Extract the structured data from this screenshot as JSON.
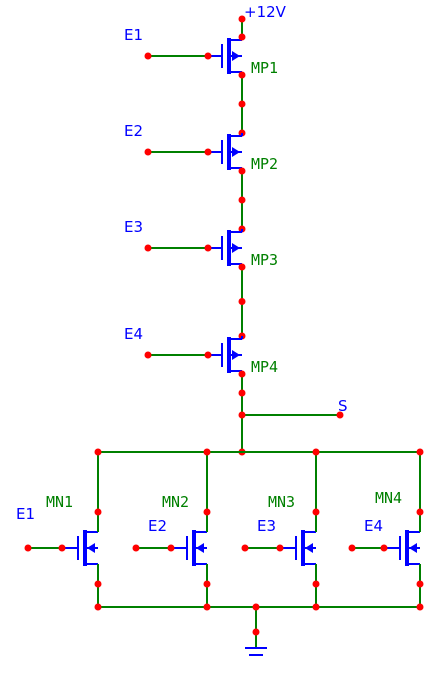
{
  "labels": {
    "supply": "+12V",
    "output": "S",
    "pmos": [
      {
        "gate": "E1",
        "name": "MP1"
      },
      {
        "gate": "E2",
        "name": "MP2"
      },
      {
        "gate": "E3",
        "name": "MP3"
      },
      {
        "gate": "E4",
        "name": "MP4"
      }
    ],
    "nmos": [
      {
        "gate": "E1",
        "name": "MN1"
      },
      {
        "gate": "E2",
        "name": "MN2"
      },
      {
        "gate": "E3",
        "name": "MN3"
      },
      {
        "gate": "E4",
        "name": "MN4"
      }
    ]
  },
  "colors": {
    "wire": "#008000",
    "device": "#0000ff",
    "node": "#ff0000",
    "device_label": "#008000",
    "net_label": "#0000ff"
  },
  "icons": {
    "ground": "ground-icon",
    "pmos": "pmos-transistor-icon",
    "nmos": "nmos-transistor-icon"
  }
}
